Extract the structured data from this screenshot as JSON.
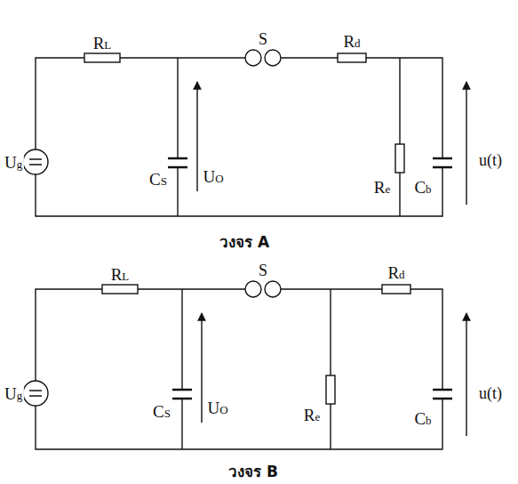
{
  "diagram": {
    "labels": [
      "RL",
      "S",
      "Rd",
      "Ug",
      "CS",
      "UO",
      "Re",
      "Cb",
      "u(t)",
      "วงจร A",
      "RL",
      "S",
      "Rd",
      "Ug",
      "CS",
      "UO",
      "Re",
      "Cb",
      "u(t)",
      "วงจร B"
    ]
  }
}
